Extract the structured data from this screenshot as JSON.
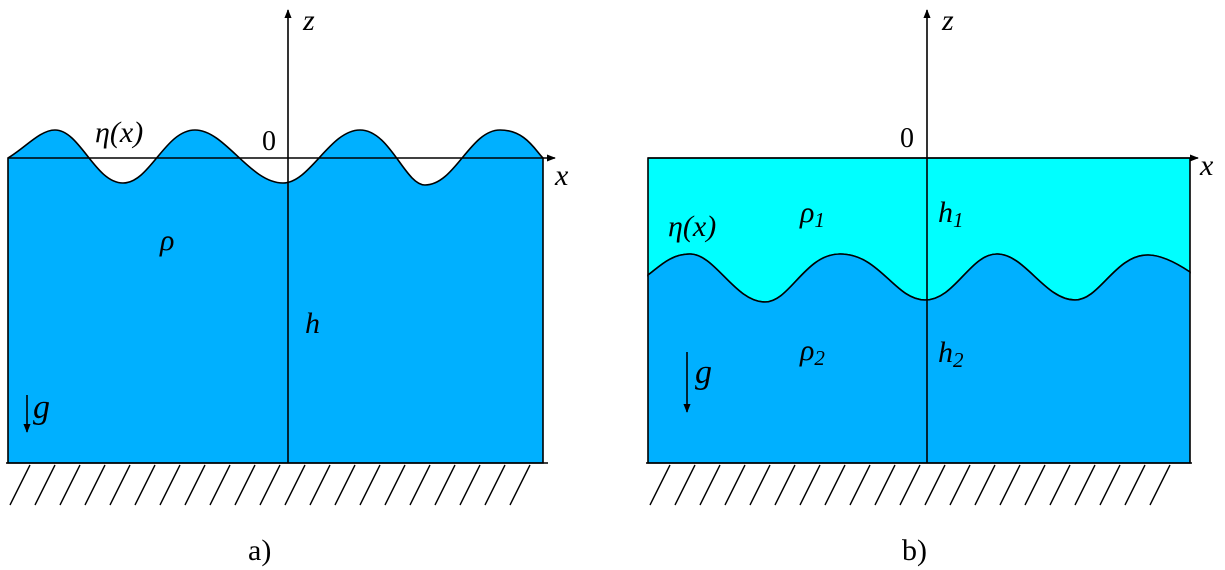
{
  "colors": {
    "water": "#00b0ff",
    "upper_layer": "#00ffff",
    "line": "#000000",
    "background": "#ffffff"
  },
  "panel_a": {
    "caption": "a)",
    "axis_z": "z",
    "axis_x": "x",
    "origin": "0",
    "eta": "η(x)",
    "rho": "ρ",
    "depth": "h",
    "gravity": "g"
  },
  "panel_b": {
    "caption": "b)",
    "axis_z": "z",
    "axis_x": "x",
    "origin": "0",
    "eta": "η(x)",
    "rho1": {
      "base": "ρ",
      "sub": "1"
    },
    "rho2": {
      "base": "ρ",
      "sub": "2"
    },
    "h1": {
      "base": "h",
      "sub": "1"
    },
    "h2": {
      "base": "h",
      "sub": "2"
    },
    "gravity": "g"
  }
}
